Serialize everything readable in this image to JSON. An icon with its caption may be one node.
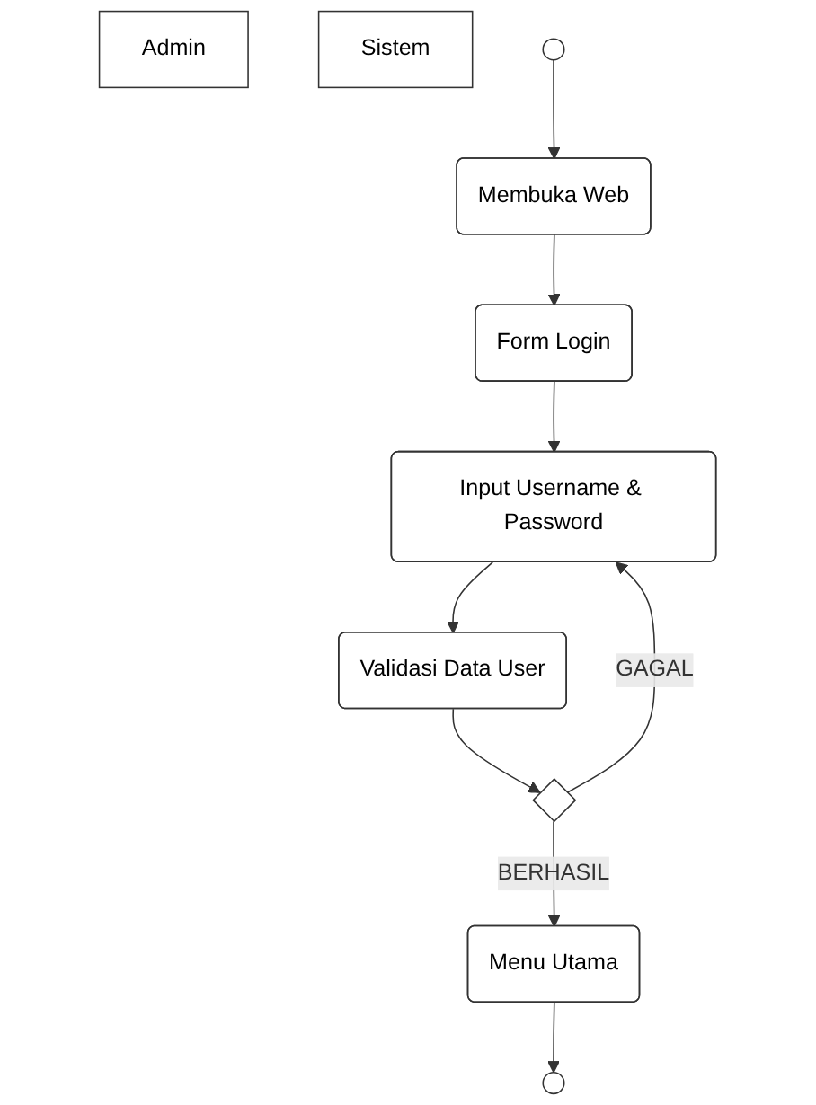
{
  "diagram": {
    "nodes": [
      {
        "text": [
          "Admin"
        ]
      },
      {
        "text": [
          "Sistem"
        ]
      },
      {
        "text": [],
        "shape": "circle"
      },
      {
        "text": [
          "Membuka Web"
        ]
      },
      {
        "text": [
          "Form Login"
        ]
      },
      {
        "text": [
          "Input Username & Password"
        ]
      },
      {
        "text": [
          "Validasi Data User"
        ]
      },
      {
        "text": [],
        "shape": "diamond"
      },
      {
        "text": [
          "Menu Utama"
        ]
      },
      {
        "text": [],
        "shape": "circle"
      }
    ],
    "edges": [
      {
        "from": 2,
        "to": 3,
        "arrow": "to"
      },
      {
        "from": 3,
        "to": 4,
        "arrow": "to"
      },
      {
        "from": 4,
        "to": 5,
        "arrow": "to"
      },
      {
        "from": 5,
        "to": 6,
        "arrow": "to"
      },
      {
        "from": 6,
        "to": 7,
        "arrow": "to"
      },
      {
        "from": 7,
        "to": 5,
        "label": "GAGAL",
        "arrow": "to"
      },
      {
        "from": 7,
        "to": 8,
        "label": "BERHASIL",
        "arrow": "to"
      },
      {
        "from": 8,
        "to": 9,
        "arrow": "to"
      }
    ]
  }
}
